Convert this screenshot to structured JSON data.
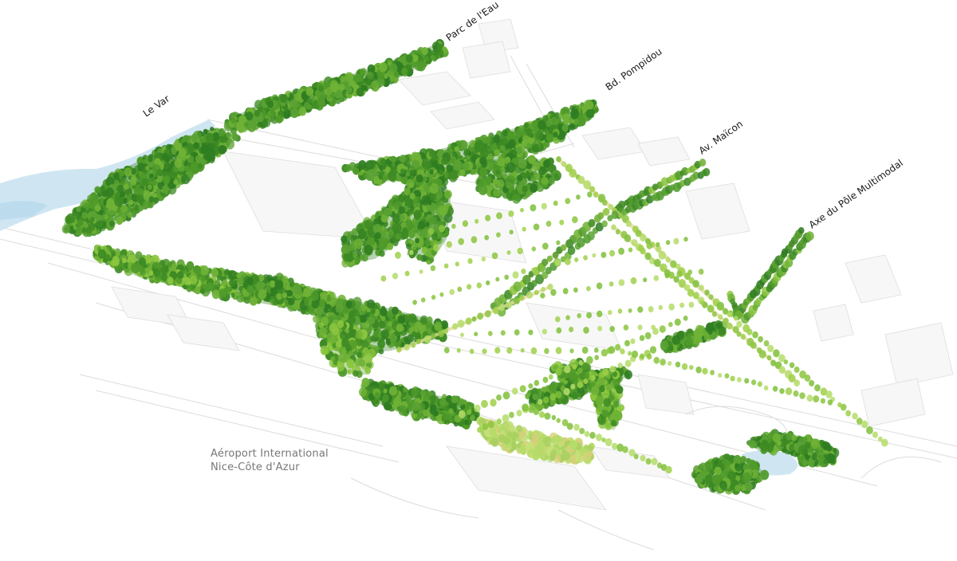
{
  "labels": {
    "le_var": "Le Var",
    "parc_eau": "Parc de l'Eau",
    "bd_pompidou": "Bd. Pompidou",
    "av_maicon": "Av. Maïcon",
    "axe_pole": "Axe du Pôle Multimodal",
    "airport_line1": "Aéroport International",
    "airport_line2": "Nice-Côte d'Azur"
  },
  "colors": {
    "river": "#cfe6f2",
    "tree_dark": "#2f7d22",
    "tree_mid": "#4f9a2a",
    "tree_light": "#8cc63f",
    "tree_pale": "#b5dc6a",
    "path": "#e8d9a8",
    "ghost_line": "#dcdcdc"
  }
}
